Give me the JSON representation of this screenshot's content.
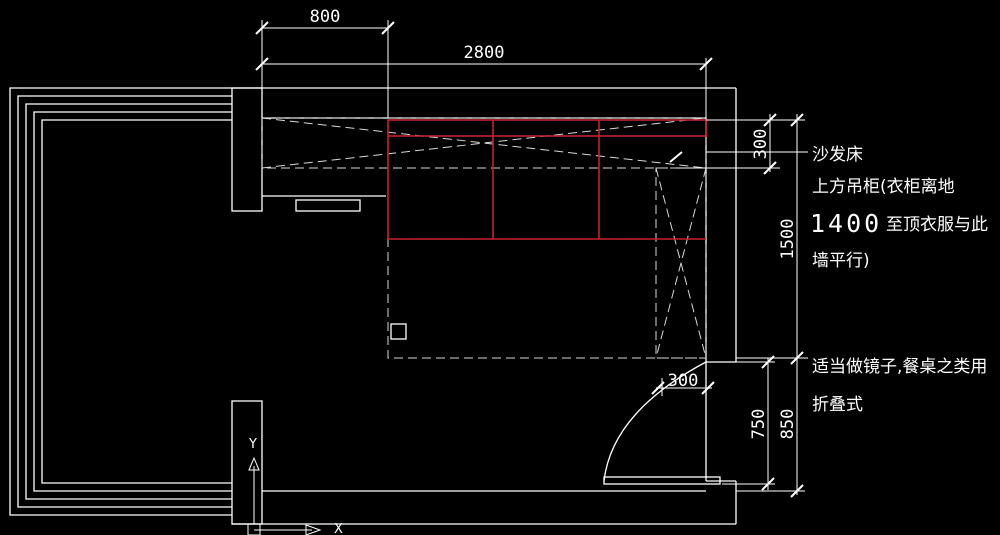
{
  "dimensions": {
    "top_800": "800",
    "top_2800": "2800",
    "right_300": "300",
    "right_1500": "1500",
    "door_300": "300",
    "right_750": "750",
    "right_850": "850"
  },
  "notes": {
    "sofa_bed": "沙发床",
    "cabinet_line1": "上方吊柜(衣柜离地",
    "cabinet_num": "1400",
    "cabinet_line2": "至顶衣服与此",
    "cabinet_line3": "墙平行)",
    "mirror_line1": "适当做镜子,餐桌之类用",
    "mirror_line2": "折叠式"
  },
  "axis": {
    "y_label": "Y",
    "x_label": "X"
  },
  "colors": {
    "line": "#ffffff",
    "cabinet_red": "#c8202a",
    "background": "#000000"
  }
}
